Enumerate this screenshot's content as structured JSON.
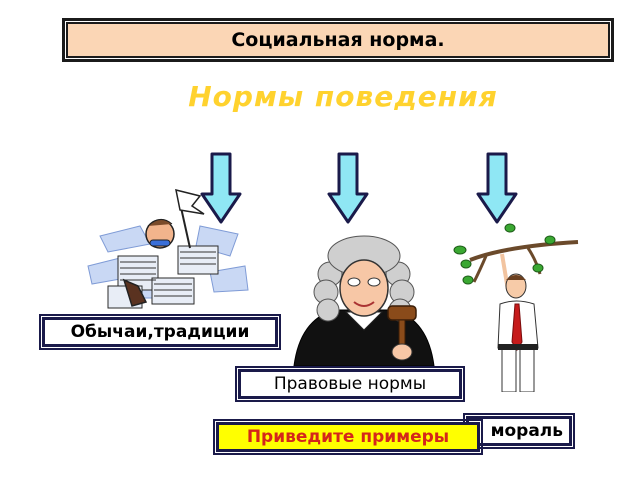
{
  "slide": {
    "title": "Социальная норма.",
    "subtitle": "Нормы поведения",
    "labels": {
      "customs": "Обычаи,традиции",
      "law": "Правовые нормы",
      "morality": "мораль"
    },
    "prompt": "Приведите примеры"
  },
  "colors": {
    "title_bg": "#fbd6b5",
    "subtitle": "#ffd22e",
    "arrow_fill": "#8fe7f4",
    "prompt_bg": "#ffff00",
    "prompt_text": "#d4261b"
  },
  "icons": [
    "arrow-down-icon",
    "paperwork-clerk-illustration",
    "judge-illustration",
    "man-hanging-on-branch-illustration"
  ]
}
